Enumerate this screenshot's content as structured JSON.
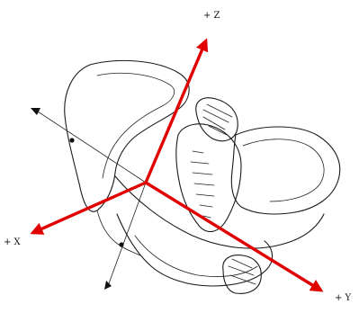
{
  "axes": [
    {
      "key": "z",
      "label": "+ Z"
    },
    {
      "key": "x",
      "label": "+ X"
    },
    {
      "key": "y",
      "label": "+ Y"
    }
  ],
  "colors": {
    "axis_arrow": "#e00000",
    "line_art": "#1a1a1a",
    "background": "#ffffff"
  }
}
